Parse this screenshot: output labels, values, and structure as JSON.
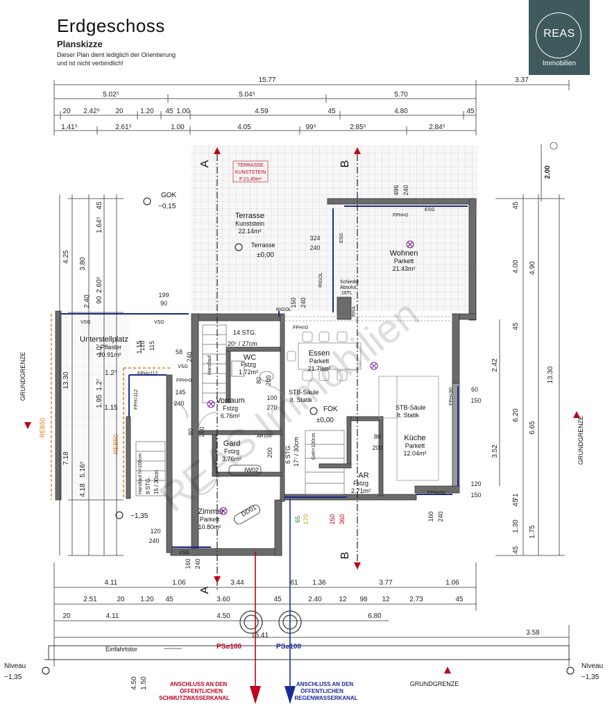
{
  "header": {
    "title": "Erdgeschoss",
    "subtitle": "Planskizze",
    "note_line1": "Dieser Plan dient lediglich der Orientierung",
    "note_line2": "und ist nicht verbindlich!"
  },
  "logo": {
    "name": "REAS",
    "subname": "Immobilien",
    "color": "#3f5a5c"
  },
  "watermark": "REAS Immobilien",
  "rooms": {
    "terrasse": {
      "name": "Terrasse",
      "floor": "Kunststein",
      "area": "22.14m²"
    },
    "wohnen": {
      "name": "Wohnen",
      "floor": "Parkett",
      "area": "21.43m²"
    },
    "essen": {
      "name": "Essen",
      "floor": "Parkett",
      "area": "21.79m²"
    },
    "wc": {
      "name": "WC",
      "floor": "Fstzg",
      "area": "1.72m²"
    },
    "vorraum": {
      "name": "Vorraum",
      "floor": "Fstzg",
      "area": "6.76m²"
    },
    "gard": {
      "name": "Gard",
      "floor": "Fstzg",
      "area": "3.76m²"
    },
    "kueche": {
      "name": "Küche",
      "floor": "Parkett",
      "area": "12.04m²"
    },
    "ar": {
      "name": "AR",
      "floor": "Fstzg",
      "area": "2.71m²"
    },
    "zimmer": {
      "name": "Zimmer",
      "floor": "Parkett",
      "area": "10.80m²"
    },
    "unterstellplatz": {
      "name": "Unterstellplatz",
      "floor": "Pflaster",
      "area": "20.91m²"
    }
  },
  "labels": {
    "terrasse_level_name": "Terrasse",
    "terrasse_level": "±0,00",
    "gok": "GOK",
    "gok_level": "−0,15",
    "fok": "FOK",
    "fok_level": "±0,00",
    "level_135": "−1,35",
    "stb_saeule_1": "STB-Säule",
    "stb_saeule_1b": "lt. Statik",
    "stb_saeule_2": "STB-Säule",
    "stb_saeule_2b": "lt. Statik",
    "stair_14": "14 STG.",
    "stair_14_dim": "20⁷ / 27cm",
    "stair_6": "6 STG.",
    "stair_6_dim": "17⁷ / 30cm",
    "handlauf": "Handlauf",
    "handlauf_2": "Handlauf h=100cm",
    "stair_steps_left": "9 STG.",
    "stair_steps_left_dim": "15 / 30cm",
    "gelaender": "Geh=100cm",
    "fph_112_a": "FPH=112",
    "fph_112_b": "FPH=112",
    "fph_0_a": "FPH=0",
    "fph_0_b": "FPH=0",
    "fph_0_c": "FPH=0",
    "fph_90_a": "FPH=90",
    "fph_90_b": "FPH=90",
    "esg": "ESG",
    "esg_2": "ESG",
    "vsg": "VSG",
    "vsg_2": "VSG",
    "vsg_3": "VSG",
    "vsg_4": "VSG",
    "rigol": "RIGOL",
    "rigol_2": "RIGOL",
    "schiedel": "Schiedel",
    "absolut": "Absolut",
    "absolut_val": "16TL",
    "rra": "RRA",
    "iw02": "IW02",
    "dd01": "DD01",
    "ar100": "AR100",
    "grundgrenze_left": "GRUNDGRENZE",
    "grundgrenze_right": "GRUNDGRENZE",
    "grundgrenze_bottom": "GRUNDGRENZE",
    "niveau_left": "Niveau",
    "niveau_left_val": "−1,35",
    "niveau_right": "Niveau",
    "niveau_right_val": "−1,35",
    "einfahrtstor": "Einfahrtstor",
    "ps_100_red": "PS⌀100",
    "ps_100_blue": "PS⌀100",
    "terrasse_tag_1": "TERRASSE",
    "terrasse_tag_2": "KUNSTSTEIN",
    "terrasse_tag_3": "F:21,45m²",
    "section_a": "A",
    "section_b": "B",
    "red_1": "ANSCHLUSS AN DEN",
    "red_2": "ÖFFENTLICHEN",
    "red_3": "SCHMUTZWASSERKANAL",
    "blue_1": "ANSCHLUSS AN DEN",
    "blue_2": "ÖFFENTLICHEN",
    "blue_3": "REGENWASSERKANAL",
    "red_rebso": "REB50",
    "red_rebso_2": "REB50",
    "dim_1541": "15.41"
  },
  "dims_top": {
    "total": "15.77",
    "right": "3.37",
    "row2": [
      "5.02⁵",
      "5.04⁵",
      "5.70"
    ],
    "row3": [
      "20",
      "2.42⁵",
      "20",
      "1.20",
      "45",
      "1.00",
      "4.59",
      "45",
      "4.80",
      "45"
    ],
    "row4": [
      "1.41⁵",
      "2.61⁵",
      "1.00",
      "4.05",
      "99⁵",
      "2.85⁵",
      "2.84⁵"
    ],
    "side_200": "2.00"
  },
  "dims_bottom": {
    "row1": [
      "4.11",
      "1.06",
      "3.44",
      "61",
      "1.36",
      "3.77",
      "1.06"
    ],
    "row2": [
      "2.51",
      "20",
      "1.20",
      "45",
      "3.60",
      "45",
      "2.40",
      "12",
      "98",
      "12",
      "2.73",
      "45"
    ],
    "row3": [
      "20",
      "4.11",
      "4.50",
      "6.80"
    ],
    "row4_right": "3.58",
    "vert": [
      "4.50",
      "1.50"
    ]
  },
  "dims_left": {
    "outer": [
      "13.30"
    ],
    "v1": [
      "4.25",
      "7.18"
    ],
    "v2": [
      "3.80",
      "5.16⁵",
      "4.18"
    ],
    "v3": [
      "45",
      "1.64⁵",
      "2.60⁵",
      "90",
      "1.2⁷",
      "1.95",
      "1.15"
    ],
    "v4": [
      "2.40",
      "1.0⁷",
      "1.2⁵",
      "1.15"
    ]
  },
  "dims_right": {
    "outer": "13.30",
    "v1": [
      "4.90",
      "6.65",
      "1.75"
    ],
    "v2": [
      "45",
      "4.00",
      "45",
      "6.20",
      "71",
      "45",
      "1.30",
      "45"
    ],
    "v3": [
      "2.42",
      "3.52"
    ]
  },
  "dims_inner": {
    "d199": "199",
    "d90": "90",
    "d324": "324",
    "d240": "240",
    "d496": "496",
    "d240b": "240",
    "d150": "150",
    "d240c": "240",
    "d120": "120",
    "d115": "115",
    "d58": "58",
    "d240d": "240",
    "d145": "145",
    "d240e": "240",
    "d80": "80",
    "d200": "200",
    "d80b": "80",
    "d200b": "200",
    "d100": "100",
    "d270": "270",
    "d200c": "200",
    "d80c": "80",
    "d200d": "200",
    "d60": "60",
    "d150b": "150",
    "d120b": "120",
    "d150c": "150",
    "d160": "160",
    "d240f": "240",
    "d120c": "120",
    "d240g": "240",
    "d160b": "160",
    "d240h": "240",
    "d65": "65",
    "d170": "170",
    "d150d": "150",
    "d360": "360"
  }
}
